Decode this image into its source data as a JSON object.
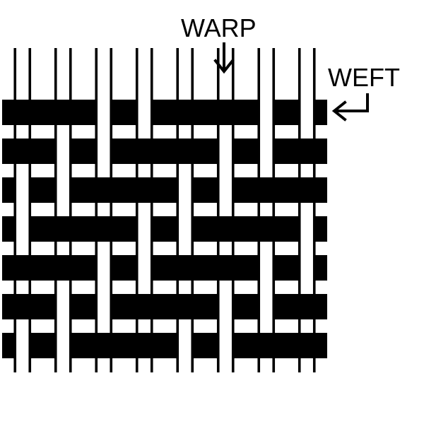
{
  "diagram": {
    "labels": {
      "warp": "WARP",
      "weft": "WEFT"
    },
    "colors": {
      "ink": "#000000",
      "paper": "#ffffff"
    },
    "weave": {
      "type": "twill",
      "warp_ends": 8,
      "weft_picks": 7,
      "float_length": 2,
      "step_per_pick": 1
    }
  }
}
